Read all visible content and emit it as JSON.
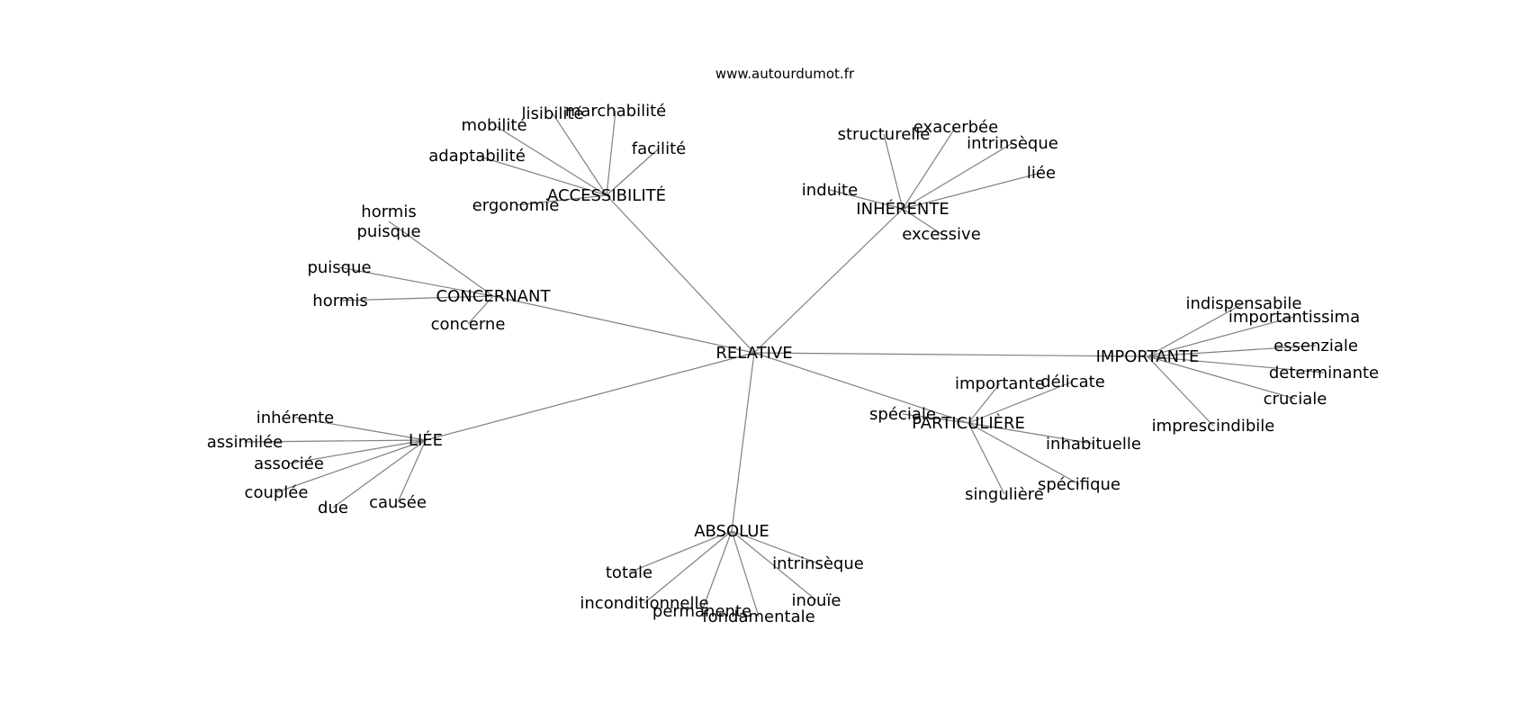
{
  "site": "www.autourdumot.fr",
  "center": {
    "id": "relative",
    "label": "RELATIVE"
  },
  "hubs": [
    {
      "id": "accessibilite",
      "label": "ACCESSIBILITÉ",
      "leaves": [
        {
          "id": "lisibilite",
          "label": "lisibilité"
        },
        {
          "id": "marchabilite",
          "label": "marchabilité"
        },
        {
          "id": "mobilite",
          "label": "mobilité"
        },
        {
          "id": "facilite",
          "label": "facilité"
        },
        {
          "id": "adaptabilite",
          "label": "adaptabilité"
        },
        {
          "id": "ergonomie",
          "label": "ergonomie"
        }
      ]
    },
    {
      "id": "inherente",
      "label": "INHÉRENTE",
      "leaves": [
        {
          "id": "structurelle",
          "label": "structurelle"
        },
        {
          "id": "exacerbee",
          "label": "exacerbée"
        },
        {
          "id": "intrinseque1",
          "label": "intrinsèque"
        },
        {
          "id": "liee1",
          "label": "liée"
        },
        {
          "id": "induite",
          "label": "induite"
        },
        {
          "id": "excessive",
          "label": "excessive"
        }
      ]
    },
    {
      "id": "concernant",
      "label": "CONCERNANT",
      "leaves": [
        {
          "id": "hormis-puisque",
          "label": "hormis\npuisque"
        },
        {
          "id": "puisque",
          "label": "puisque"
        },
        {
          "id": "hormis",
          "label": "hormis"
        },
        {
          "id": "concerne",
          "label": "concerne"
        }
      ]
    },
    {
      "id": "importante",
      "label": "IMPORTANTE",
      "leaves": [
        {
          "id": "indispensabile",
          "label": "indispensabile"
        },
        {
          "id": "importantissima",
          "label": "importantissima"
        },
        {
          "id": "essenziale",
          "label": "essenziale"
        },
        {
          "id": "determinante",
          "label": "determinante"
        },
        {
          "id": "cruciale",
          "label": "cruciale"
        },
        {
          "id": "imprescindibile",
          "label": "imprescindibile"
        }
      ]
    },
    {
      "id": "particuliere",
      "label": "PARTICULIÈRE",
      "leaves": [
        {
          "id": "importante-leaf",
          "label": "importante"
        },
        {
          "id": "delicate",
          "label": "délicate"
        },
        {
          "id": "speciale",
          "label": "spéciale"
        },
        {
          "id": "inhabituelle",
          "label": "inhabituelle"
        },
        {
          "id": "specifique",
          "label": "spécifique"
        },
        {
          "id": "singuliere",
          "label": "singulière"
        }
      ]
    },
    {
      "id": "liee",
      "label": "LIÉE",
      "leaves": [
        {
          "id": "inherente-leaf",
          "label": "inhérente"
        },
        {
          "id": "assimilee",
          "label": "assimilée"
        },
        {
          "id": "associee",
          "label": "associée"
        },
        {
          "id": "couplee",
          "label": "couplée"
        },
        {
          "id": "due",
          "label": "due"
        },
        {
          "id": "causee",
          "label": "causée"
        }
      ]
    },
    {
      "id": "absolue",
      "label": "ABSOLUE",
      "leaves": [
        {
          "id": "totale",
          "label": "totale"
        },
        {
          "id": "inconditionnelle",
          "label": "inconditionnelle"
        },
        {
          "id": "permanente",
          "label": "permanente"
        },
        {
          "id": "fondamentale",
          "label": "fondamentale"
        },
        {
          "id": "inouie",
          "label": "inouïe"
        },
        {
          "id": "intrinseque2",
          "label": "intrinsèque"
        }
      ]
    }
  ]
}
